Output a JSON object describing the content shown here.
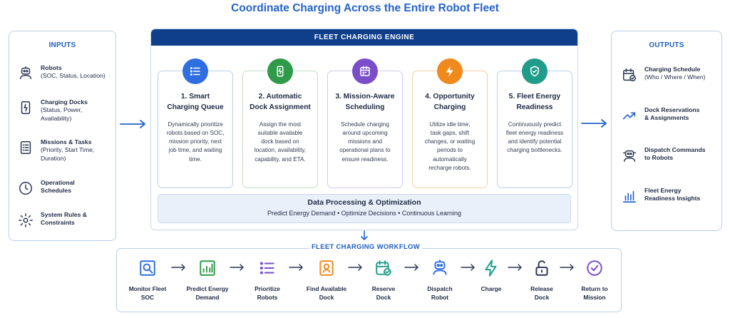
{
  "title": "Coordinate Charging Across the Entire Robot Fleet",
  "inputs": {
    "heading": "INPUTS",
    "items": [
      {
        "icon": "robot-icon",
        "title": "Robots",
        "lines": [
          "(SOC, Status, Location)"
        ]
      },
      {
        "icon": "charging-dock-icon",
        "title": "Charging Docks",
        "lines": [
          "(Status, Power,",
          "Availability)"
        ]
      },
      {
        "icon": "checklist-icon",
        "title": "Missions & Tasks",
        "lines": [
          "(Priority, Start Time,",
          "Duration)"
        ]
      },
      {
        "icon": "clock-icon",
        "title": "Operational",
        "lines": [
          "Schedules"
        ]
      },
      {
        "icon": "gear-icon",
        "title": "System Rules &",
        "lines": [
          "Constraints"
        ]
      }
    ]
  },
  "engine": {
    "heading": "FLEET CHARGING ENGINE",
    "cards": [
      {
        "icon": "list-icon",
        "color": "#2f6ee0",
        "title": [
          "1. Smart",
          "Charging Queue"
        ],
        "desc": [
          "Dynamically prioritize",
          "robots based on SOC,",
          "mission priority, next",
          "job time, and waiting",
          "time."
        ]
      },
      {
        "icon": "dock-phone-icon",
        "color": "#2e9a4a",
        "title": [
          "2. Automatic",
          "Dock Assignment"
        ],
        "desc": [
          "Assign the most",
          "suitable available",
          "dock based on",
          "location, availability,",
          "capability, and ETA."
        ]
      },
      {
        "icon": "calendar-icon",
        "color": "#7b4ec9",
        "title": [
          "3. Mission-Aware",
          "Scheduling"
        ],
        "desc": [
          "Schedule charging",
          "around upcoming",
          "missions and",
          "operational plans to",
          "ensure readiness."
        ]
      },
      {
        "icon": "bolt-icon",
        "color": "#f08a1c",
        "title": [
          "4. Opportunity",
          "Charging"
        ],
        "desc": [
          "Utilize idle time,",
          "task gaps, shift",
          "changes, or waiting",
          "periods to",
          "automatically",
          "recharge robots."
        ]
      },
      {
        "icon": "shield-check-icon",
        "color": "#1f9c8a",
        "title": [
          "5. Fleet Energy",
          "Readiness"
        ],
        "desc": [
          "Continuously predict",
          "fleet energy readiness",
          "and identify potential",
          "charging bottlenecks."
        ]
      }
    ],
    "processing": {
      "title": "Data Processing & Optimization",
      "subtitle": "Predict Energy Demand  •  Optimize Decisions  •  Continuous Learning"
    }
  },
  "outputs": {
    "heading": "OUTPUTS",
    "items": [
      {
        "icon": "calendar-check-icon",
        "title": "Charging Schedule",
        "lines": [
          "(Who / Where / When)"
        ]
      },
      {
        "icon": "trend-icon",
        "title": "Dock Reservations",
        "lines": [
          "& Assignments"
        ]
      },
      {
        "icon": "robot-dispatch-icon",
        "title": "Dispatch Commands",
        "lines": [
          "to Robots"
        ]
      },
      {
        "icon": "bar-chart-icon",
        "title": "Fleet Energy",
        "lines": [
          "Readiness Insights"
        ]
      }
    ]
  },
  "workflow": {
    "heading": "FLEET CHARGING WORKFLOW",
    "steps": [
      {
        "icon": "monitor-search-icon",
        "color": "#2f6ee0",
        "label": [
          "Monitor Fleet",
          "SOC"
        ]
      },
      {
        "icon": "bar-chart-icon",
        "color": "#2e9a4a",
        "label": [
          "Predict Energy",
          "Demand"
        ]
      },
      {
        "icon": "list-icon",
        "color": "#7b4ec9",
        "label": [
          "Prioritize",
          "Robots"
        ]
      },
      {
        "icon": "dock-icon",
        "color": "#f08a1c",
        "label": [
          "Find Available",
          "Dock"
        ]
      },
      {
        "icon": "calendar-check-icon",
        "color": "#1f9c8a",
        "label": [
          "Reserve",
          "Dock"
        ]
      },
      {
        "icon": "robot-icon",
        "color": "#2f6ee0",
        "label": [
          "Dispatch",
          "Robot"
        ]
      },
      {
        "icon": "bolt-icon",
        "color": "#1f9c8a",
        "label": [
          "Charge"
        ]
      },
      {
        "icon": "unlock-icon",
        "color": "#2a3550",
        "label": [
          "Release",
          "Dock"
        ]
      },
      {
        "icon": "check-circle-icon",
        "color": "#7b4ec9",
        "label": [
          "Return to",
          "Mission"
        ]
      }
    ]
  }
}
